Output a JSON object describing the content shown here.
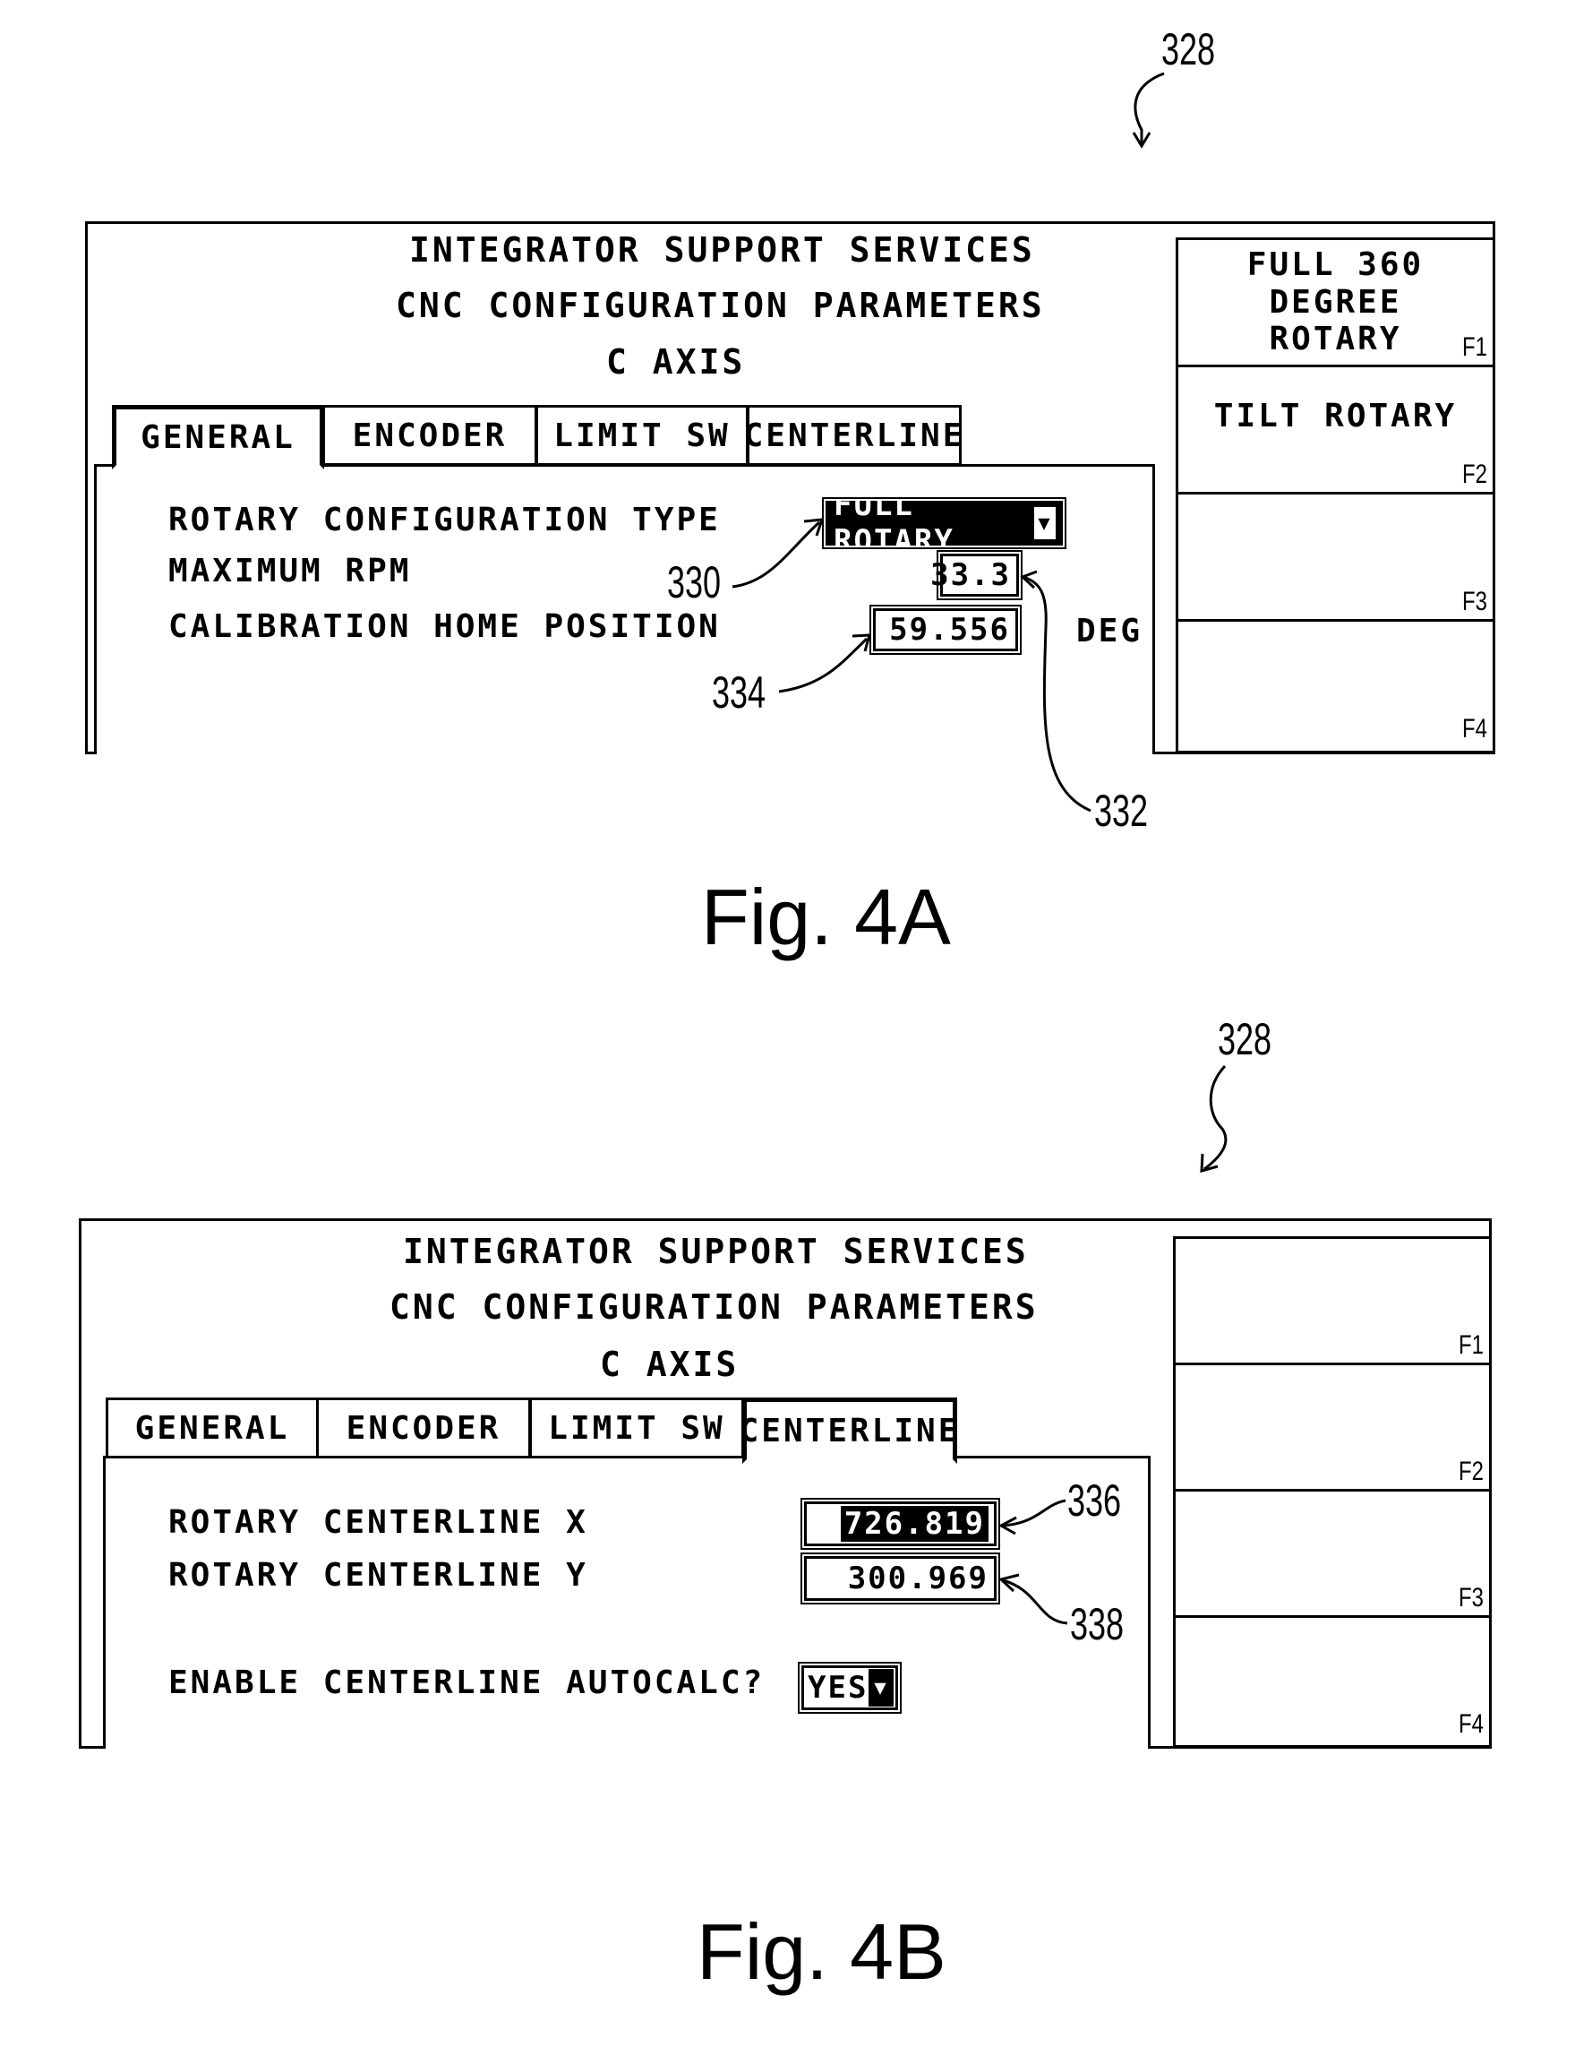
{
  "fig_a": {
    "ref_screen": "328",
    "header": {
      "line1": "INTEGRATOR SUPPORT SERVICES",
      "line2": "CNC CONFIGURATION PARAMETERS",
      "line3": "C AXIS"
    },
    "tabs": [
      "GENERAL",
      "ENCODER",
      "LIMIT SW",
      "CENTERLINE"
    ],
    "active_tab": "GENERAL",
    "fields": {
      "rotary_type_label": "ROTARY CONFIGURATION TYPE",
      "rotary_type_value": "FULL ROTARY",
      "max_rpm_label": "MAXIMUM RPM",
      "max_rpm_value": "33.3",
      "home_pos_label": "CALIBRATION HOME POSITION",
      "home_pos_value": "59.556",
      "home_pos_unit": "DEG"
    },
    "fkeys": [
      {
        "label": "FULL 360 DEGREE\nROTARY",
        "key": "F1"
      },
      {
        "label": "TILT ROTARY",
        "key": "F2"
      },
      {
        "label": "",
        "key": "F3"
      },
      {
        "label": "",
        "key": "F4"
      }
    ],
    "refs": {
      "dropdown": "330",
      "rpm": "332",
      "home": "334"
    },
    "caption": "Fig. 4A"
  },
  "fig_b": {
    "ref_screen": "328",
    "header": {
      "line1": "INTEGRATOR SUPPORT SERVICES",
      "line2": "CNC CONFIGURATION PARAMETERS",
      "line3": "C AXIS"
    },
    "tabs": [
      "GENERAL",
      "ENCODER",
      "LIMIT SW",
      "CENTERLINE"
    ],
    "active_tab": "CENTERLINE",
    "fields": {
      "cx_label": "ROTARY CENTERLINE X",
      "cx_value": "726.819",
      "cy_label": "ROTARY CENTERLINE Y",
      "cy_value": "300.969",
      "autocalc_label": "ENABLE CENTERLINE AUTOCALC?",
      "autocalc_value": "YES"
    },
    "fkeys": [
      {
        "label": "",
        "key": "F1"
      },
      {
        "label": "",
        "key": "F2"
      },
      {
        "label": "",
        "key": "F3"
      },
      {
        "label": "",
        "key": "F4"
      }
    ],
    "refs": {
      "cx": "336",
      "cy": "338"
    },
    "caption": "Fig. 4B"
  },
  "icons": {
    "dropdown_arrow": "▼"
  }
}
